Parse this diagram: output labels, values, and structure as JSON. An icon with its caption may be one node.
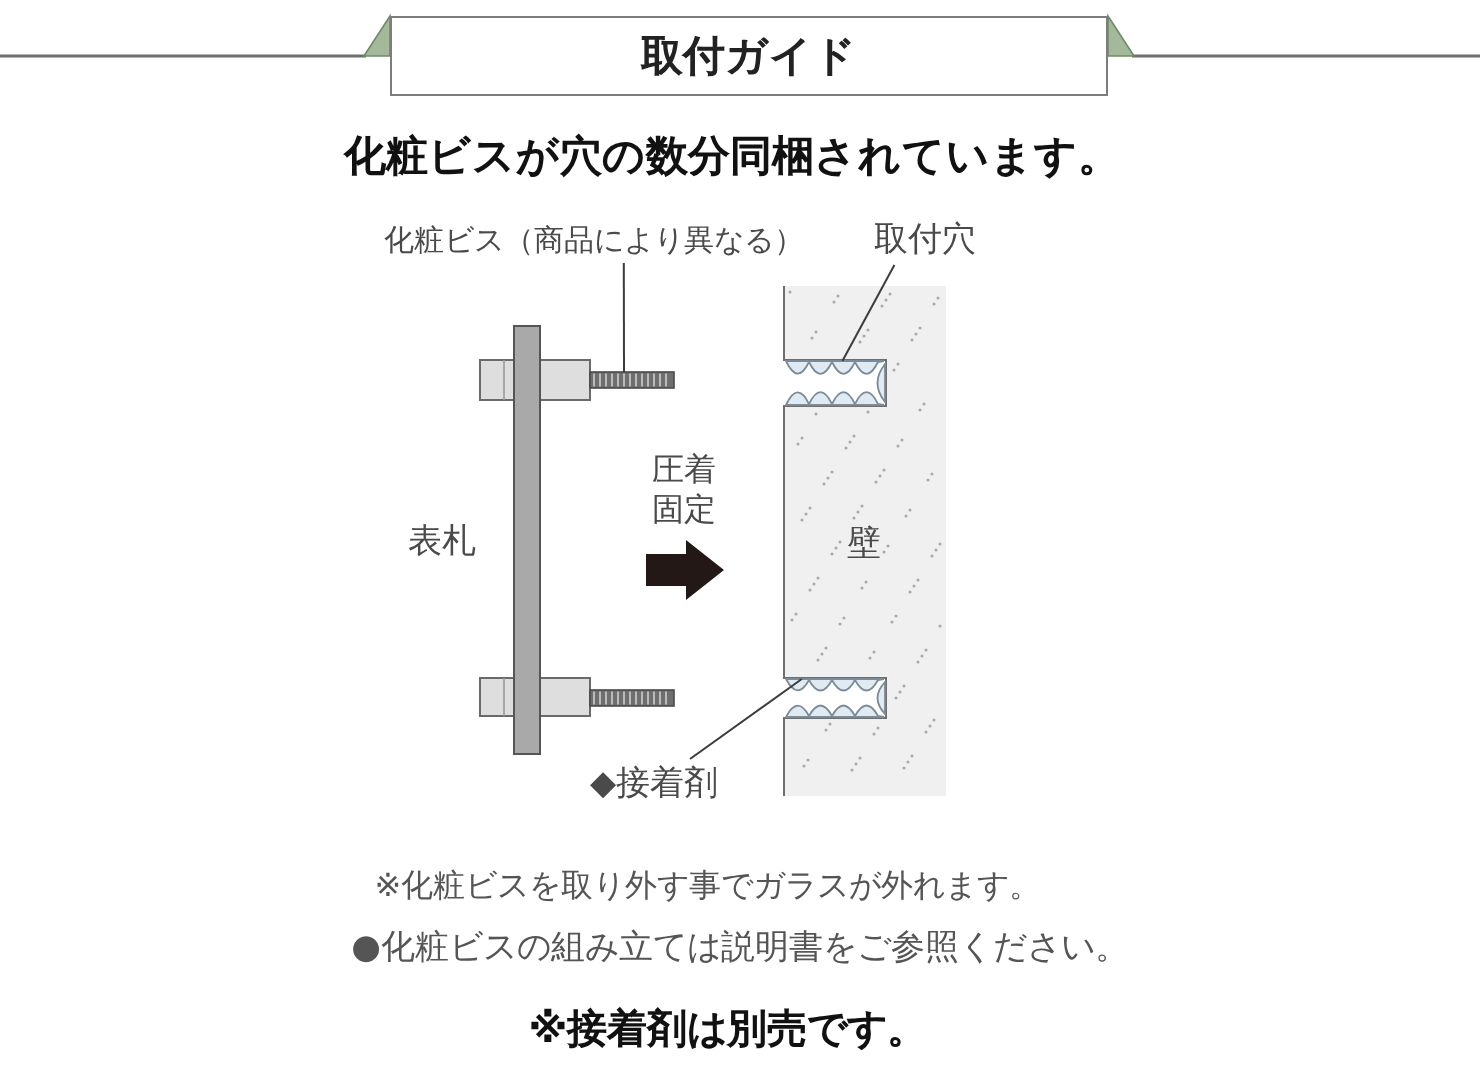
{
  "diagram": {
    "title": "取付ガイド",
    "nodes": [
      {
        "text": [
          "化粧ビス（商品により異なる）"
        ]
      },
      {
        "text": [
          "取付穴"
        ]
      },
      {
        "text": [],
        "shape": "picture"
      },
      {
        "text": [
          "壁"
        ]
      },
      {
        "text": [],
        "shape": "picture",
        "in": 3
      },
      {
        "text": [],
        "shape": "picture",
        "in": 3
      },
      {
        "text": [
          "◆接着剤"
        ]
      }
    ],
    "edges": [
      {
        "from": 0,
        "to": 2,
        "arrow": "none"
      },
      {
        "from": 1,
        "to": 4,
        "arrow": "none"
      },
      {
        "from": 6,
        "to": 5,
        "arrow": "none"
      }
    ],
    "labels": [
      "化粧ビスが穴の数分同梱されています。",
      "表札",
      "圧着固定",
      "※化粧ビスを取り外す事でガラスが外れます。",
      "●化粧ビスの組み立ては説明書をご参照ください。",
      "※接着剤は別売です。"
    ]
  }
}
